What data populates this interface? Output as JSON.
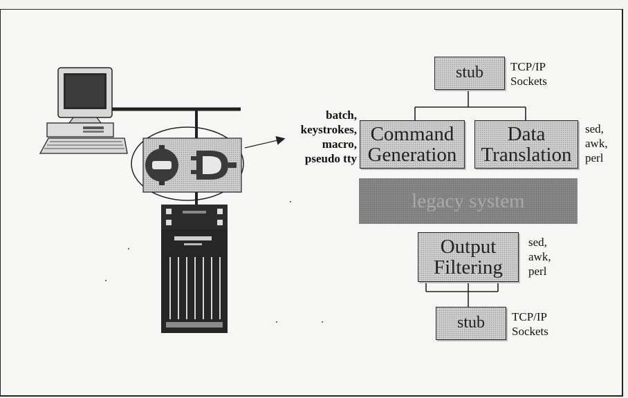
{
  "stub_top": {
    "label": "stub",
    "note": [
      "TCP/IP",
      "Sockets"
    ]
  },
  "command_generation": {
    "line1": "Command",
    "line2": "Generation"
  },
  "data_translation": {
    "line1": "Data",
    "line2": "Translation"
  },
  "left_note": [
    "batch,",
    "keystrokes,",
    "macro,",
    "pseudo tty"
  ],
  "translation_note": [
    "sed,",
    "awk,",
    "perl"
  ],
  "legacy": {
    "label": "legacy system"
  },
  "output_filtering": {
    "line1": "Output",
    "line2": "Filtering"
  },
  "filter_note": [
    "sed,",
    "awk,",
    "perl"
  ],
  "stub_bottom": {
    "label": "stub",
    "note": [
      "TCP/IP",
      "Sockets"
    ]
  },
  "icons": [
    "computer-icon",
    "network-bus",
    "adapter-symbols-icon",
    "server-tower-icon"
  ],
  "colors": {
    "box_fill": "#cfcfcf",
    "legacy_fill": "#8a8a8a",
    "line": "#222222"
  }
}
